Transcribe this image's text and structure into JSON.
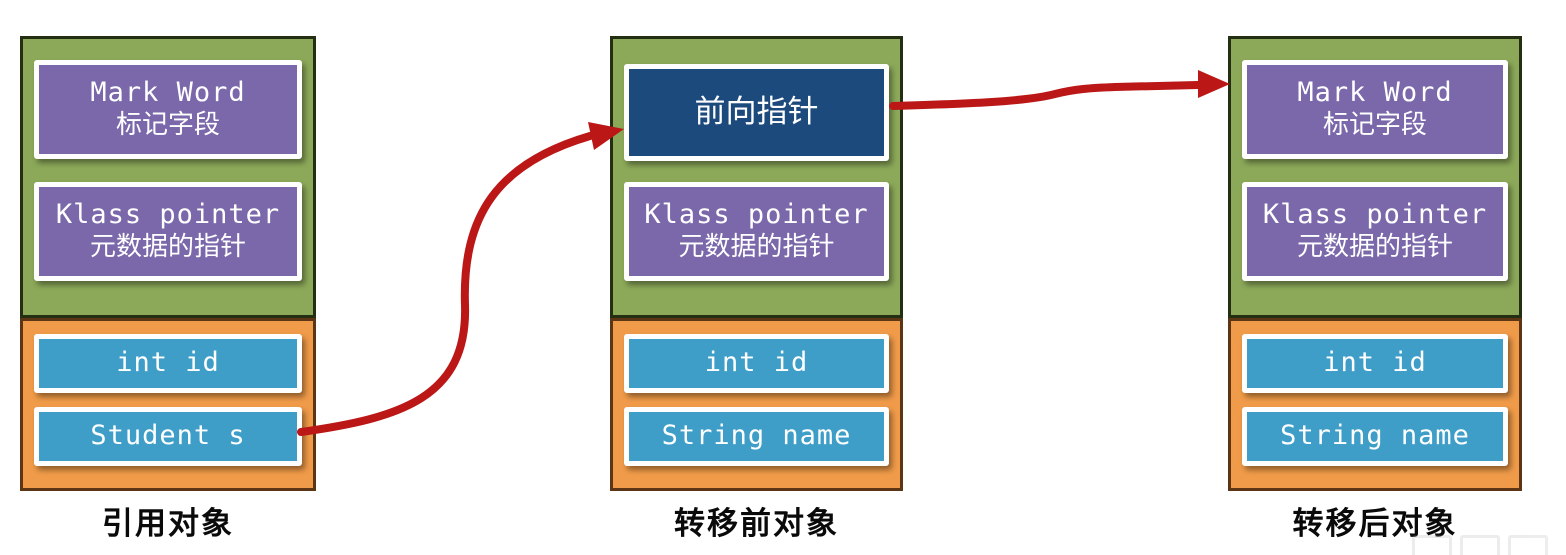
{
  "diagram": {
    "title_hint": "object forwarding pointer diagram",
    "columns": [
      {
        "label": "引用对象",
        "header_cells": [
          {
            "line1": "Mark Word",
            "line2": "标记字段"
          },
          {
            "line1": "Klass pointer",
            "line2": "元数据的指针"
          }
        ],
        "field_cells": [
          "int id",
          "Student s"
        ]
      },
      {
        "label": "转移前对象",
        "forward_cell": {
          "text": "前向指针"
        },
        "header_cells": [
          {
            "line1": "Klass pointer",
            "line2": "元数据的指针"
          }
        ],
        "field_cells": [
          "int id",
          "String name"
        ]
      },
      {
        "label": "转移后对象",
        "header_cells": [
          {
            "line1": "Mark Word",
            "line2": "标记字段"
          },
          {
            "line1": "Klass pointer",
            "line2": "元数据的指针"
          }
        ],
        "field_cells": [
          "int id",
          "String name"
        ]
      }
    ],
    "arrows": [
      {
        "name": "student-s-to-forward-pointer",
        "from": "Student s",
        "to": "前向指针"
      },
      {
        "name": "forward-pointer-to-moved-object",
        "from": "前向指针",
        "to": "Mark Word"
      }
    ],
    "colors": {
      "header_bg": "#8ca959",
      "header_border": "#242e12",
      "fields_bg": "#f09b49",
      "fields_border": "#5c3514",
      "purple_cell": "#7a68ab",
      "navy_cell": "#1c4a7c",
      "blue_cell": "#3e9ec8",
      "arrow": "#bb1717",
      "cell_text": "#ffffff",
      "label_text": "#0a0a0a"
    }
  }
}
